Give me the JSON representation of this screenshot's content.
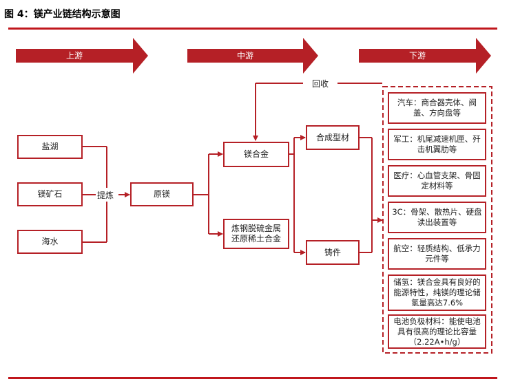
{
  "figure": {
    "title": "图 4：镁产业链结构示意图"
  },
  "stages": {
    "upstream": "上游",
    "midstream": "中游",
    "downstream": "下游"
  },
  "sources": [
    "盐湖",
    "镁矿石",
    "海水"
  ],
  "process": {
    "refine": "提炼",
    "recycle": "回收"
  },
  "nodes": {
    "primary_magnesium": "原镁",
    "magnesium_alloy": "镁合金",
    "other_use": "炼钢脱硫金属还原稀土合金",
    "profile": "合成型材",
    "casting": "铸件"
  },
  "applications": [
    "汽车：商合器壳体、阀盖、方向盘等",
    "军工：机尾减速机匣、歼击机翼肋等",
    "医疗：心血管支架、骨固定材料等",
    "3C：骨架、散热片、硬盘读出装置等",
    "航空：轻质结构、低承力元件等",
    "储氢：镁合金具有良好的能源特性，纯镁的理论储氢量高达7.6%",
    "电池负极材料：能使电池具有很高的理论比容量（2.22A•h/g）"
  ],
  "colors": {
    "accent": "#c0161c",
    "banner": "#b52026"
  }
}
